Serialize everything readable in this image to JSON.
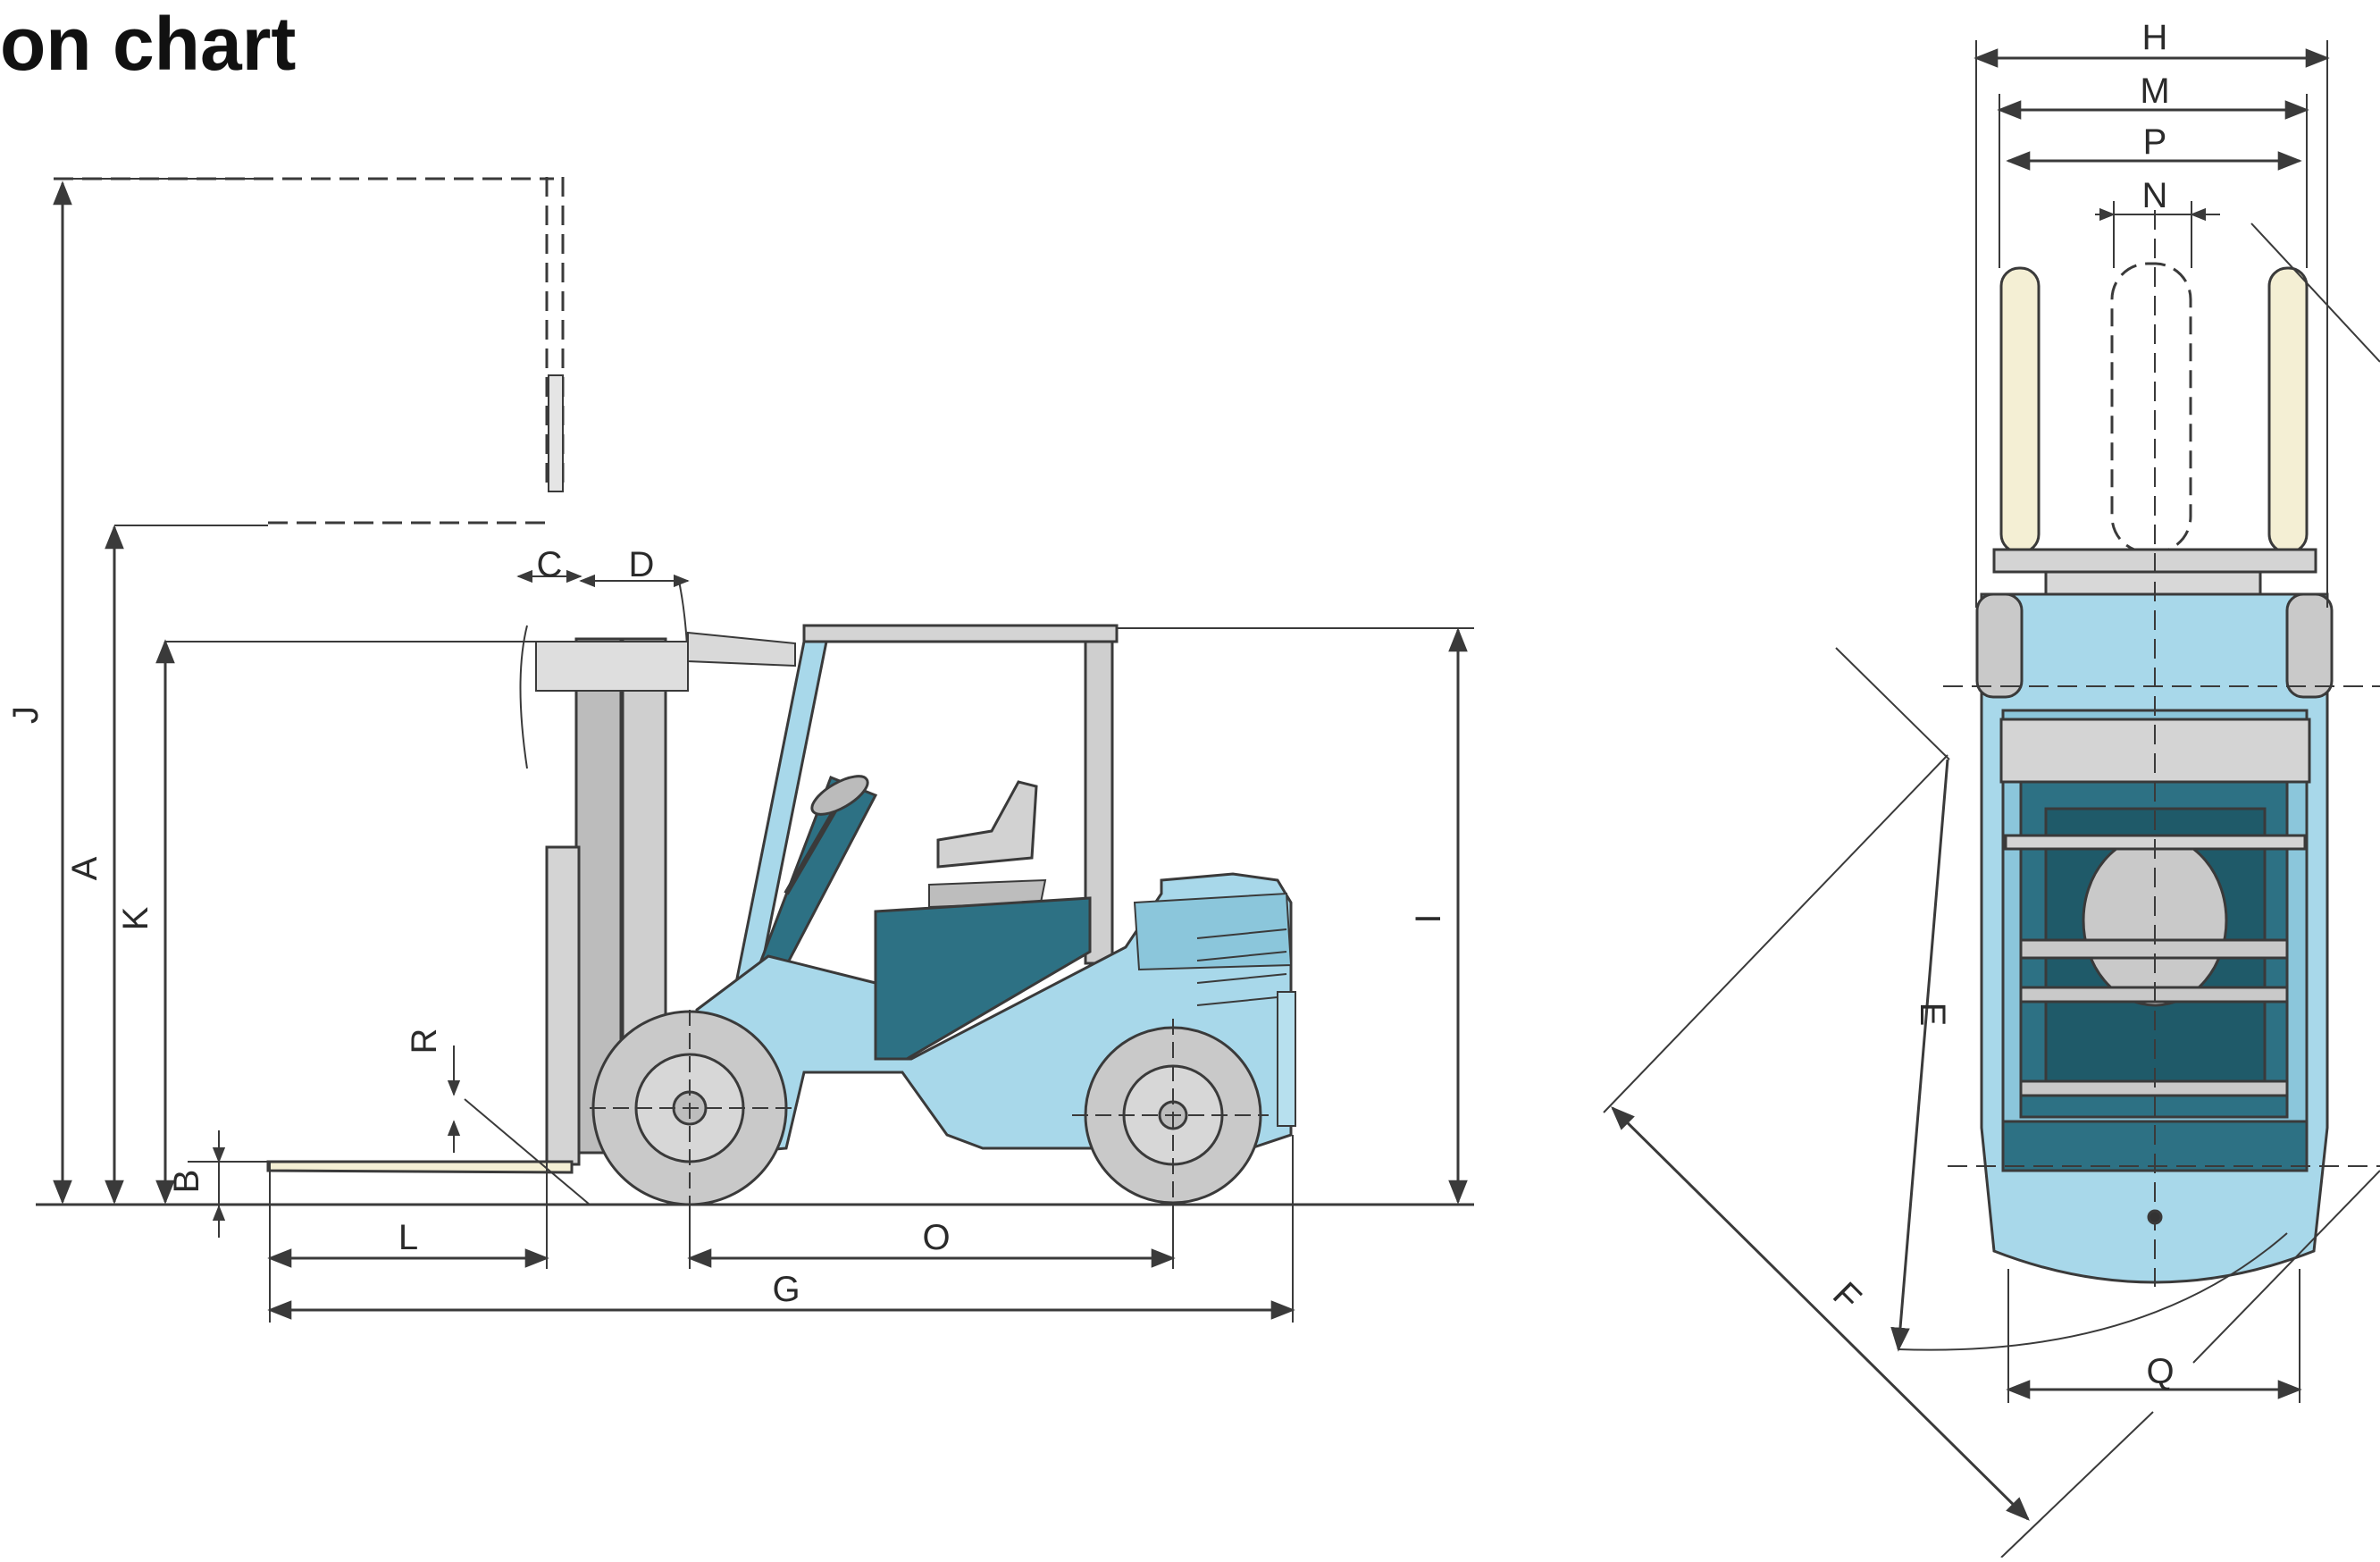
{
  "title": "on chart",
  "side_view": {
    "labels": {
      "A": "A",
      "B": "B",
      "C": "C",
      "D": "D",
      "G": "G",
      "I": "I",
      "J": "J",
      "K": "K",
      "L": "L",
      "O": "O",
      "R": "R"
    }
  },
  "top_view": {
    "labels": {
      "H": "H",
      "M": "M",
      "P": "P",
      "N": "N",
      "E": "E",
      "F": "F",
      "Q": "Q"
    }
  },
  "colors": {
    "body_blue": "#a8d8ea",
    "body_blue_dark": "#2d7184",
    "tire_gray": "#c9c9c9",
    "mast_gray": "#bcbcbc",
    "fork_cream": "#f4efd4",
    "line": "#3a3a3a"
  }
}
